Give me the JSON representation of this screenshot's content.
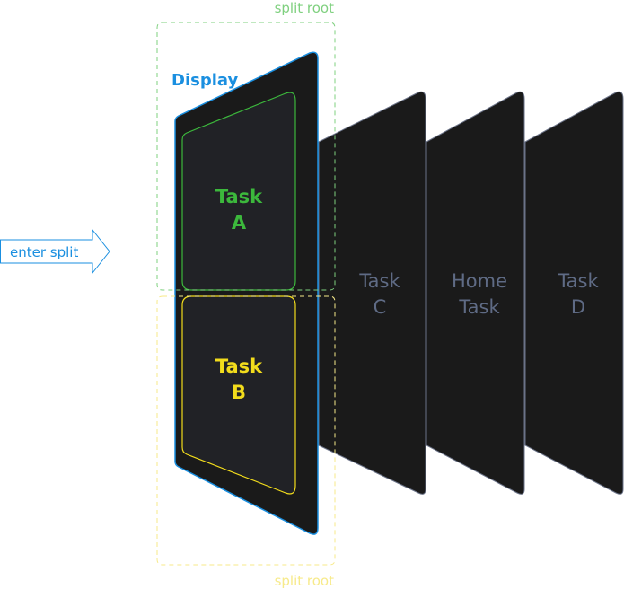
{
  "diagram": {
    "colors": {
      "display": "#1a8fe0",
      "task_a": "#3cb83c",
      "task_b": "#f2dc1c",
      "split_root_top": "#7fd07f",
      "split_root_bottom": "#f7ea8a",
      "task_bg": "#1a1a1a",
      "inner_bg": "#212226",
      "muted_text": "#5f6b85",
      "card_edge": "#6b7388"
    },
    "arrow": {
      "label": "enter split"
    },
    "display": {
      "label": "Display"
    },
    "split_roots": [
      {
        "label": "split root",
        "position": "top"
      },
      {
        "label": "split root",
        "position": "bottom"
      }
    ],
    "tasks": [
      {
        "id": "A",
        "line1": "Task",
        "line2": "A"
      },
      {
        "id": "B",
        "line1": "Task",
        "line2": "B"
      },
      {
        "id": "C",
        "line1": "Task",
        "line2": "C"
      },
      {
        "id": "Home",
        "line1": "Home",
        "line2": "Task"
      },
      {
        "id": "D",
        "line1": "Task",
        "line2": "D"
      }
    ]
  }
}
